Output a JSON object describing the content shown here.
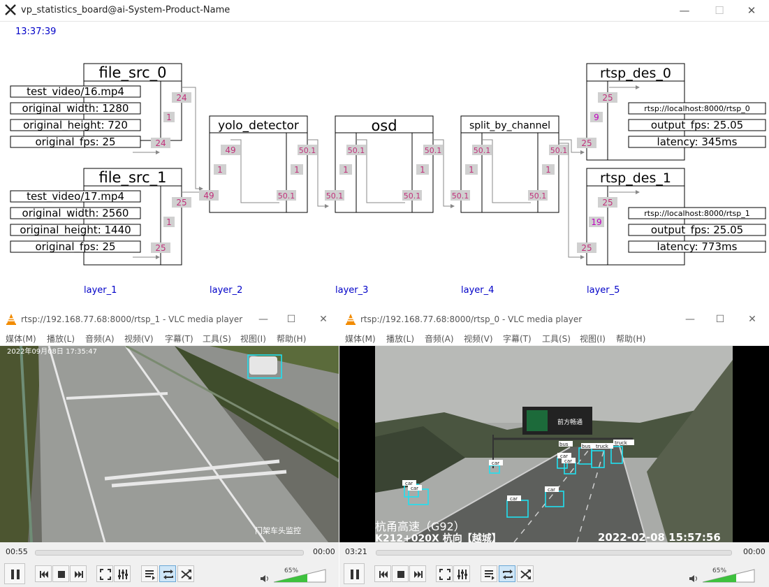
{
  "window": {
    "title": "vp_statistics_board@ai-System-Product-Name",
    "minimize_glyph": "—",
    "maximize_glyph": "☐",
    "close_glyph": "✕"
  },
  "board": {
    "clock": "13:37:39",
    "nodes": {
      "file_src_0": {
        "title": "file_src_0",
        "props": [
          "test_video/16.mp4",
          "original_width: 1280",
          "original_height: 720",
          "original_fps: 25"
        ],
        "badge_top": "24",
        "badge_mid": "1",
        "badge_bot": "24"
      },
      "file_src_1": {
        "title": "file_src_1",
        "props": [
          "test_video/17.mp4",
          "original_width: 2560",
          "original_height: 1440",
          "original_fps: 25"
        ],
        "badge_top": "25",
        "badge_mid": "1",
        "badge_bot": "25"
      },
      "yolo": {
        "title": "yolo_detector",
        "in_a": "49",
        "in_mid": "1",
        "in_b": "49",
        "out_a": "50.1",
        "out_mid": "1",
        "out_b": "50.1"
      },
      "osd": {
        "title": "osd",
        "in_a": "50.1",
        "in_mid": "1",
        "in_b": "50.1",
        "out_a": "50.1",
        "out_mid": "1",
        "out_b": "50.1"
      },
      "split": {
        "title": "split_by_channel",
        "in_a": "50.1",
        "in_mid": "1",
        "in_b": "50.1",
        "out_a": "50.1",
        "out_mid": "1",
        "out_b": "50.1"
      },
      "rtsp_des_0": {
        "title": "rtsp_des_0",
        "badge_top": "25",
        "badge_mid": "9",
        "badge_bot": "25",
        "props": [
          "rtsp://localhost:8000/rtsp_0",
          "output_fps: 25.05",
          "latency: 345ms"
        ]
      },
      "rtsp_des_1": {
        "title": "rtsp_des_1",
        "badge_top": "25",
        "badge_mid": "19",
        "badge_bot": "25",
        "props": [
          "rtsp://localhost:8000/rtsp_1",
          "output_fps: 25.05",
          "latency: 773ms"
        ]
      }
    },
    "layers": [
      "layer_1",
      "layer_2",
      "layer_3",
      "layer_4",
      "layer_5"
    ],
    "colors": {
      "badge_bg": "#d0d0d0",
      "badge_text": "#c0307a",
      "layer_text": "#0000c8",
      "clock_text": "#0000c8"
    }
  },
  "players": [
    {
      "title": "rtsp://192.168.77.68:8000/rtsp_1 - VLC media player",
      "menu": [
        "媒体(M)",
        "播放(L)",
        "音频(A)",
        "视频(V)",
        "字幕(T)",
        "工具(S)",
        "视图(I)",
        "帮助(H)"
      ],
      "overlay_top": "2022年09月08日 17:35:47",
      "overlay_bottom": "门架车头监控",
      "detections": [],
      "time_elapsed": "00:55",
      "time_total": "00:00",
      "volume": "65%"
    },
    {
      "title": "rtsp://192.168.77.68:8000/rtsp_0 - VLC media player",
      "menu": [
        "媒体(M)",
        "播放(L)",
        "音频(A)",
        "视频(V)",
        "字幕(T)",
        "工具(S)",
        "视图(I)",
        "帮助(H)"
      ],
      "overlay_line1": "杭甬高速（G92）",
      "overlay_line2": "K212+020X 杭向【越城】",
      "overlay_datetime": "2022-02-08 15:57:56",
      "sign_text": "前方畅通",
      "detections": [
        "car",
        "car",
        "car",
        "car",
        "car",
        "car",
        "car",
        "bus",
        "truck",
        "truck"
      ],
      "time_elapsed": "03:21",
      "time_total": "00:00",
      "volume": "65%"
    }
  ]
}
